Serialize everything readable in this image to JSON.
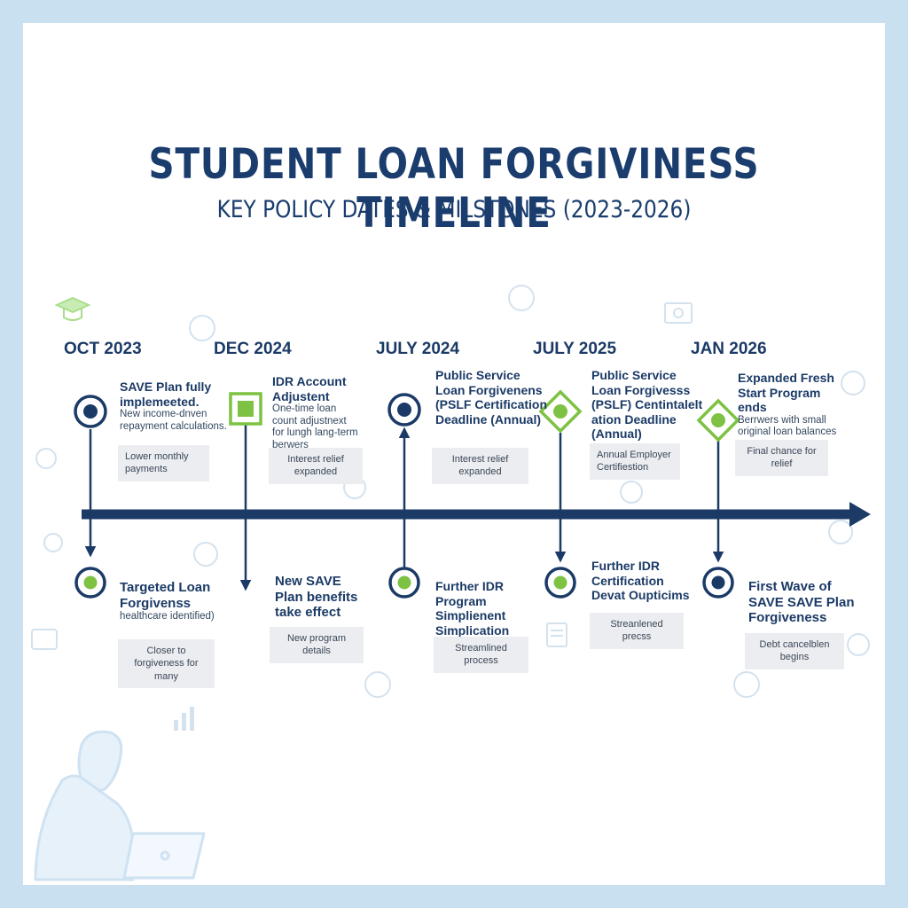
{
  "header": {
    "title": "STUDENT LOAN FORGIVINESS TIMELINE",
    "subtitle": "KEY POLICY DATES & MILSTONES (2023-2026)"
  },
  "colors": {
    "navy": "#1b3a66",
    "green": "#7dc242",
    "tag_bg": "#ebedf0",
    "frame": "#c9e0f0"
  },
  "milestones": [
    {
      "date": "OCT 2023",
      "top_marker": "navy-circle",
      "top_title": "SAVE Plan fully implemeeted.",
      "top_desc": "New income-dnven repayment calculations.",
      "top_tag": "Lower monthly payments",
      "bottom_marker": "green-circle",
      "bottom_title": "Targeted Loan Forgivenss",
      "bottom_desc": "healthcare identified)",
      "bottom_tag": "Closer to forgiveness for many"
    },
    {
      "date": "DEC 2024",
      "top_marker": "green-square",
      "top_title": "IDR Account Adjustent",
      "top_desc": "One-time loan count adjustnext for lungh lang-term berwers",
      "top_tag": "Interest relief expanded",
      "bottom_marker": "none",
      "bottom_title": "New SAVE Plan benefits take effect",
      "bottom_desc": "",
      "bottom_tag": "New program details"
    },
    {
      "date": "JULY 2024",
      "top_marker": "navy-circle",
      "top_title": "Public Service Loan Forgivenens (PSLF Certification Deadline (Annual)",
      "top_desc": "",
      "top_tag": "Interest relief expanded",
      "bottom_marker": "green-circle",
      "bottom_title": "Further IDR Program Simplienent Simplication",
      "bottom_desc": "",
      "bottom_tag": "Streamlined process"
    },
    {
      "date": "JULY 2025",
      "top_marker": "green-diamond",
      "top_title": "Public Service Loan Forgivesss (PSLF) Centintalelt ation Deadline (Annual)",
      "top_desc": "",
      "top_tag": "Annual Employer Certifiestion",
      "bottom_marker": "green-circle",
      "bottom_title": "Further IDR Certification Devat Oupticims",
      "bottom_desc": "",
      "bottom_tag": "Streanlened precss"
    },
    {
      "date": "JAN 2026",
      "top_marker": "green-diamond",
      "top_title": "Expanded Fresh Start Program ends",
      "top_desc": "Berrwers with small original loan balances",
      "top_tag": "Final chance for relief",
      "bottom_marker": "navy-circle",
      "bottom_title": "First Wave of SAVE SAVE Plan Forgiveness",
      "bottom_desc": "",
      "bottom_tag": "Debt cancelblen begins"
    }
  ],
  "decor_icons": [
    "graduation-cap-icon",
    "coin-icon",
    "dollar-bill-icon",
    "chart-icon",
    "person-laptop-icon"
  ]
}
